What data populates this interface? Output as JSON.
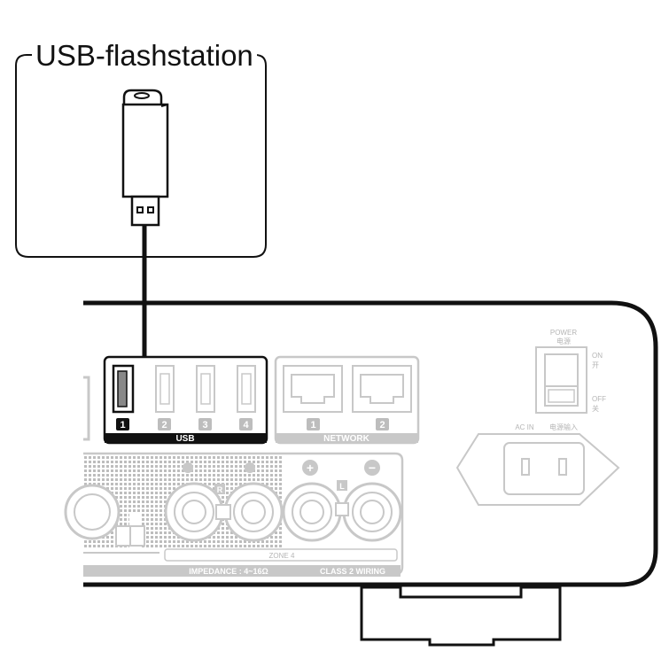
{
  "callout": {
    "title": "USB-flashstation"
  },
  "usb": {
    "section_label": "USB",
    "ports": [
      "1",
      "2",
      "3",
      "4"
    ]
  },
  "network": {
    "section_label": "NETWORK",
    "ports": [
      "1",
      "2"
    ]
  },
  "power": {
    "label_en": "POWER",
    "label_cn": "电源",
    "on_en": "ON",
    "on_cn": "开",
    "off_en": "OFF",
    "off_cn": "关",
    "ac_in": "AC IN",
    "ac_in_cn": "电源输入"
  },
  "speaker": {
    "zone_label": "ZONE 4",
    "impedance": "IMPEDANCE : 4~16Ω",
    "class2": "CLASS 2 WIRING",
    "r_label": "R",
    "l_label": "L",
    "plus": "+",
    "minus": "−"
  },
  "colors": {
    "outline": "#111111",
    "panel_gray": "#c8c8c8",
    "label_gray": "#b5b5b5",
    "highlight_black": "#111111"
  }
}
